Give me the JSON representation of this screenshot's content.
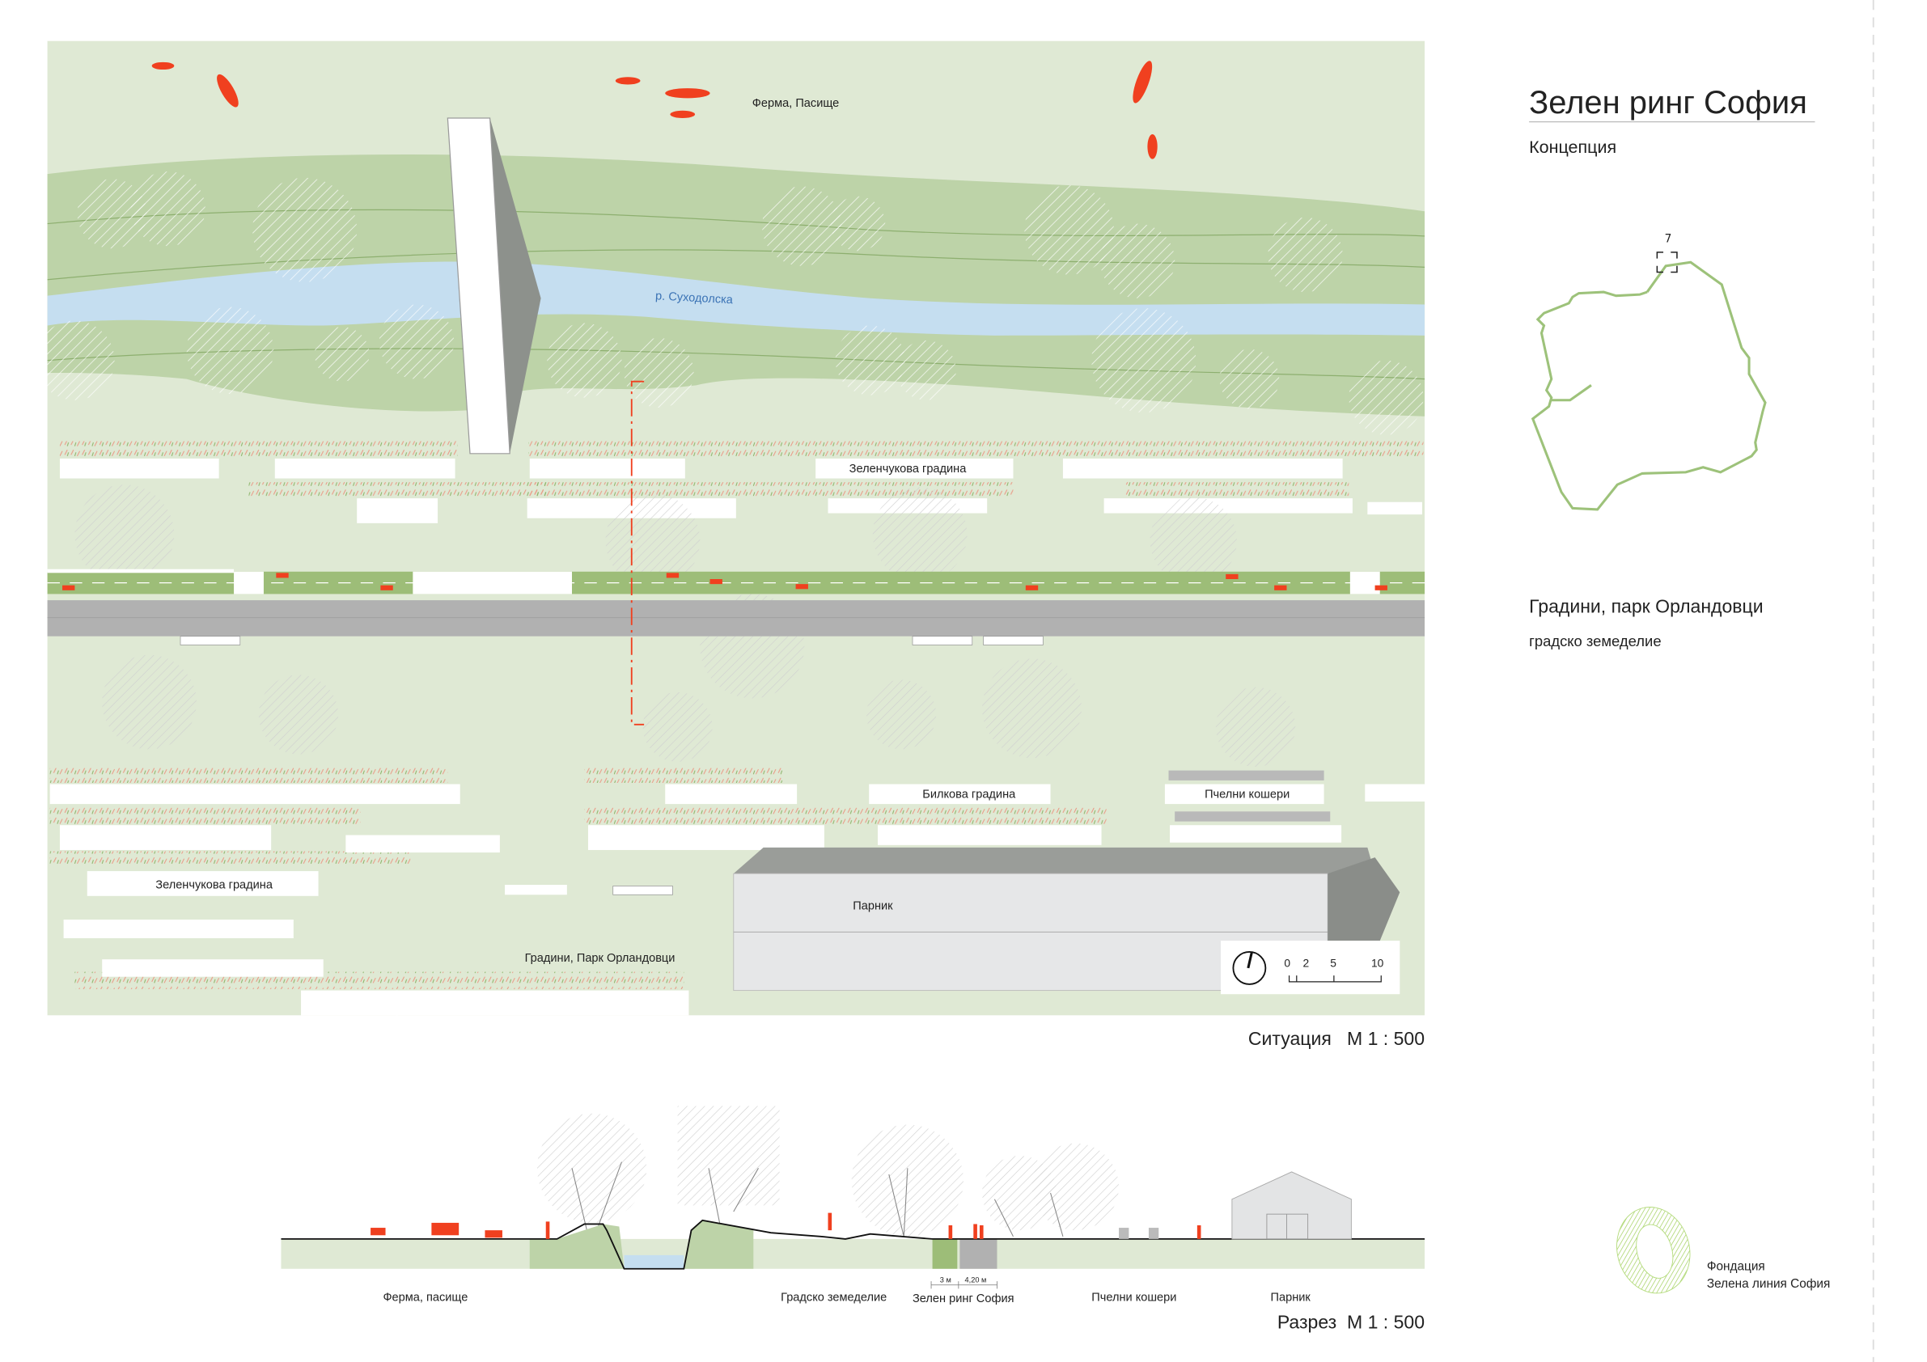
{
  "header": {
    "title": "Зелен ринг София",
    "subtitle": "Концепция"
  },
  "locator": {
    "segment_number": "7"
  },
  "site": {
    "name": "Градини, парк Орландовци",
    "theme": "градско земеделие"
  },
  "plan": {
    "labels": {
      "farm": "Ферма, Пасище",
      "river": "р. Суходолска",
      "veg_garden_1": "Зеленчукова градина",
      "veg_garden_2": "Зеленчукова градина",
      "herb_garden": "Билкова градина",
      "beehives": "Пчелни кошери",
      "greenhouse": "Парник",
      "gardens": "Градини, Парк Орландовци"
    },
    "scale_bar": {
      "ticks": [
        "0",
        "2",
        "5",
        "10"
      ]
    },
    "caption": "Ситуация   М 1 : 500"
  },
  "section": {
    "labels": {
      "farm": "Ферма, пасище",
      "urban_farming": "Градско земеделие",
      "green_ring": "Зелен ринг София",
      "beehives": "Пчелни кошери",
      "greenhouse": "Парник"
    },
    "dimensions": {
      "bike_lane": "3 м",
      "road": "4,20 м"
    },
    "caption": "Разрез  М 1 : 500"
  },
  "foundation": {
    "line1": "Фондация",
    "line2": "Зелена линия София"
  },
  "colors": {
    "light_green": "#dfe9d4",
    "mid_green": "#bdd3a8",
    "lane_green": "#9dbd78",
    "river": "#c5def0",
    "road": "#b1b1b1",
    "accent_red": "#f0401f",
    "ring_green": "#9dc27a"
  }
}
